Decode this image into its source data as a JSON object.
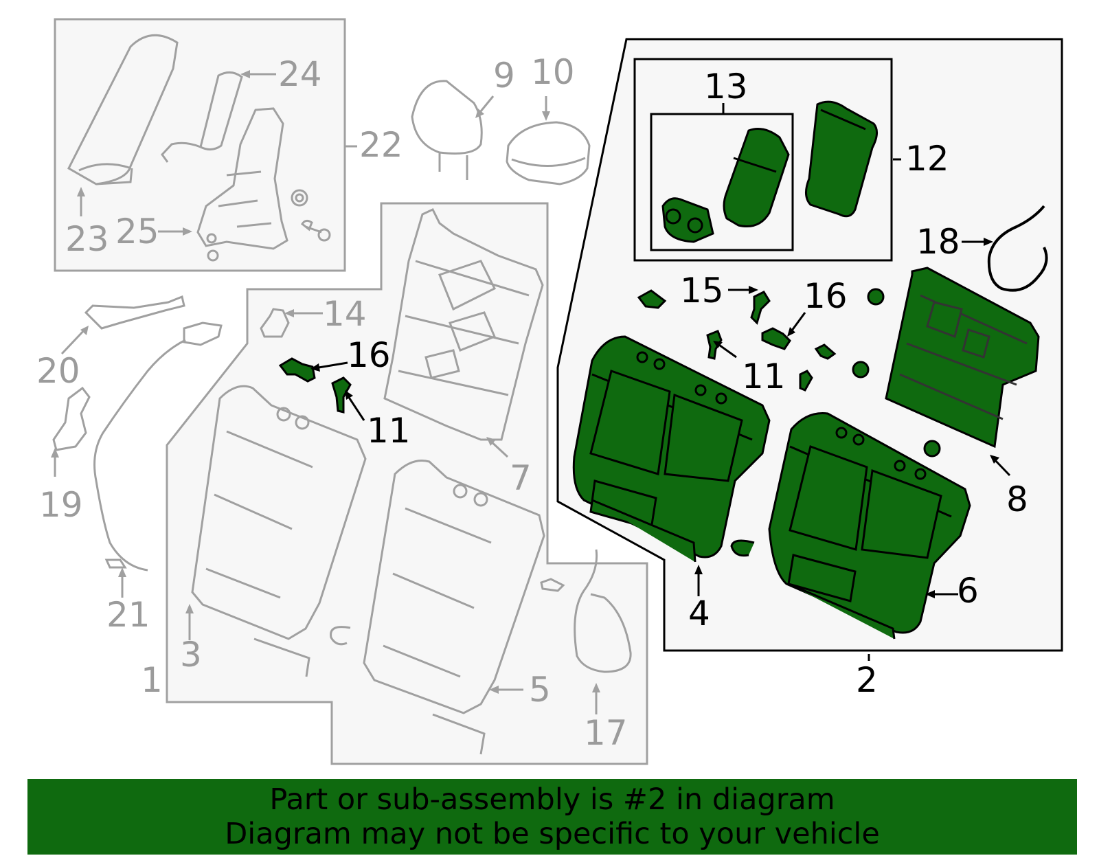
{
  "diagram": {
    "callouts": {
      "c1": "1",
      "c2": "2",
      "c3": "3",
      "c4": "4",
      "c5": "5",
      "c6": "6",
      "c7": "7",
      "c8": "8",
      "c9": "9",
      "c10": "10",
      "c11a": "11",
      "c11b": "11",
      "c12": "12",
      "c13": "13",
      "c14": "14",
      "c15": "15",
      "c16a": "16",
      "c16b": "16",
      "c17": "17",
      "c18": "18",
      "c19": "19",
      "c20": "20",
      "c21": "21",
      "c22": "22",
      "c23": "23",
      "c24": "24",
      "c25": "25"
    },
    "colors": {
      "highlight_fill": "#0f6a0f",
      "inactive_line": "#a0a0a0",
      "panel_fill": "#f7f7f7",
      "active_line": "#000000"
    }
  },
  "banner": {
    "line1": "Part or sub-assembly is #2 in diagram",
    "line2": "Diagram may not be specific to your vehicle"
  }
}
